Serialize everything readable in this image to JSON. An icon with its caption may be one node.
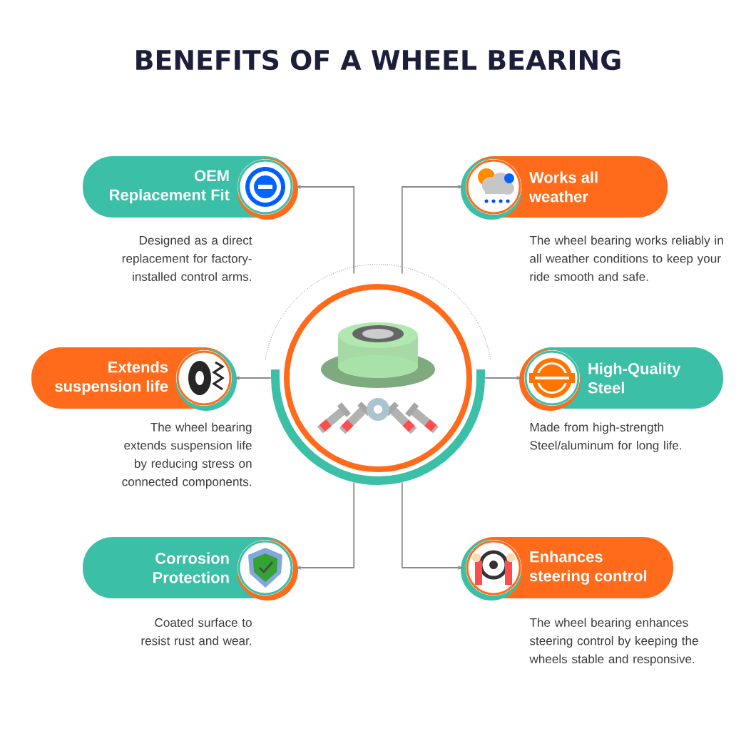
{
  "diagram": {
    "title": "BENEFITS OF A WHEEL BEARING",
    "nodes": [
      {
        "text": [],
        "shape": "picture"
      },
      {
        "text": [
          "OEM Replacement Fit"
        ],
        "beside": [
          "Designed as a direct replacement for factory-installed control arms."
        ]
      },
      {
        "text": [
          "Works all weather"
        ],
        "beside": [
          "The wheel bearing works reliably in all weather conditions to keep your ride smooth and safe."
        ]
      },
      {
        "text": [
          "Extends suspension life"
        ],
        "beside": [
          "The wheel bearing extends suspension life by reducing stress on connected components."
        ]
      },
      {
        "text": [
          "High-Quality Steel"
        ],
        "beside": [
          "Made from high-strength Steel/aluminum for long life."
        ]
      },
      {
        "text": [
          "Corrosion Protection"
        ],
        "beside": [
          "Coated surface to resist rust and wear."
        ]
      },
      {
        "text": [
          "Enhances steering control"
        ],
        "beside": [
          "The wheel bearing enhances steering control by keeping the wheels stable and responsive."
        ]
      }
    ],
    "edges": [
      {
        "from": 0,
        "to": 1,
        "arrow": "to"
      },
      {
        "from": 0,
        "to": 2,
        "arrow": "to"
      },
      {
        "from": 0,
        "to": 3,
        "arrow": "to"
      },
      {
        "from": 0,
        "to": 4,
        "arrow": "to"
      },
      {
        "from": 0,
        "to": 5,
        "arrow": "to"
      },
      {
        "from": 0,
        "to": 6,
        "arrow": "to"
      }
    ]
  }
}
